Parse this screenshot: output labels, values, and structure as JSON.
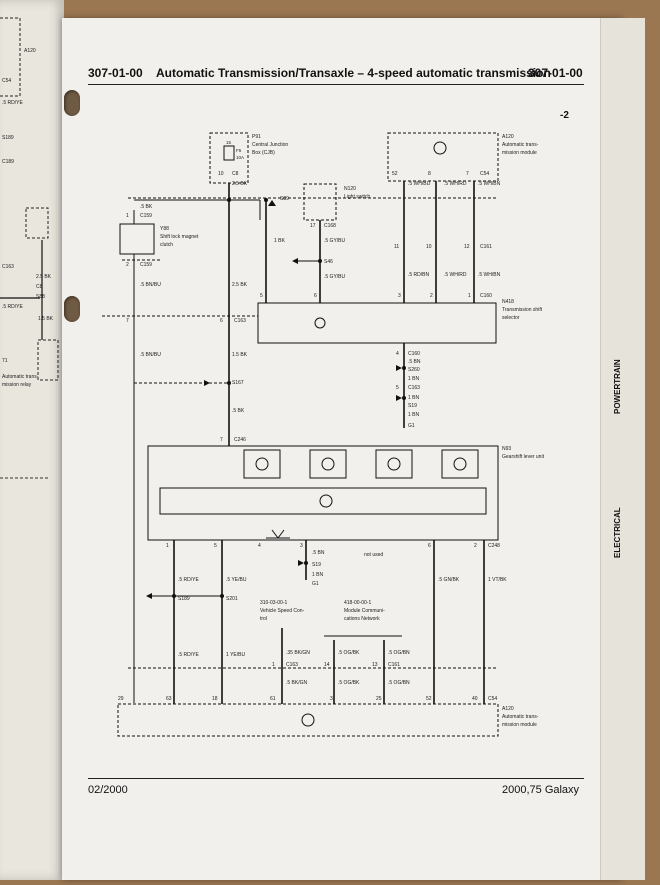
{
  "header": {
    "section_left": "307-01-00",
    "title": "Automatic Transmission/Transaxle – 4-speed automatic transmission",
    "section_right": "307-01-00",
    "page_suffix": "-2"
  },
  "footer": {
    "date": "02/2000",
    "model": "2000,75 Galaxy"
  },
  "side_tabs": {
    "powertrain": "POWERTRAIN",
    "electrical": "ELECTRICAL"
  },
  "left_page": {
    "labels": [
      "A120",
      "C54",
      ".5 RD/YE",
      "S189",
      "C189",
      "C163",
      "2.5 BK",
      "S88",
      ".5 RD/YE",
      "1.5 BK",
      "C8",
      "71",
      "Automatic trans-",
      "mission relay"
    ]
  },
  "components": {
    "p91": {
      "id": "P91",
      "desc1": "Central Junction",
      "desc2": "Box (CJB)",
      "fuse": "F5",
      "fuse_rating": "10A",
      "pin_top": "15"
    },
    "a120_top": {
      "id": "A120",
      "desc1": "Automatic trans-",
      "desc2": "mission module"
    },
    "n120": {
      "id": "N120",
      "desc1": "Light switch"
    },
    "y88": {
      "id": "Y88",
      "desc1": "Shift lock magnet",
      "desc2": "clutch"
    },
    "n418": {
      "id": "N418",
      "desc1": "Transmission shift",
      "desc2": "selector"
    },
    "n93": {
      "id": "N93",
      "desc1": "Gearshift lever unit"
    },
    "a120_bottom": {
      "id": "A120",
      "desc1": "Automatic trans-",
      "desc2": "mission module"
    }
  },
  "refs": {
    "vss": {
      "code": "310-03-00-1",
      "line1": "Vehicle Speed Con-",
      "line2": "trol"
    },
    "mcn": {
      "code": "418-00-00-1",
      "line1": "Module Communi-",
      "line2": "cations Network"
    }
  },
  "labels": {
    "c8": "C8",
    "pin10": "10",
    "wire_25bk_a": "2.5 BK",
    "s89": "S89",
    "wire_5bk_a": ".5 BK",
    "c159_a": "C159",
    "pin1_c159": "1",
    "pin2_c159": "2",
    "c159_b": "C159",
    "wire_5bnbu_a": ".5 BN/BU",
    "pin17": "17",
    "c168": "C168",
    "wire_5gybu": ".5 GY/BU",
    "s46": "S46",
    "wire_5gybu_b": ".5 GY/BU",
    "wire_1bk": "1 BK",
    "wire_25bk_b": "2.5 BK",
    "pin52_top": "52",
    "pin8_top": "8",
    "pin7_top": "7",
    "c54_top": "C54",
    "wire_whbu": ".5 WH/BU",
    "wire_whrd": ".5 WH/RD",
    "wire_whbn": ".5 WH/BN",
    "pin11": "11",
    "pin10b": "10",
    "pin12": "12",
    "c161": "C161",
    "wire_rdbn": ".5 RD/BN",
    "wire_whrd_b": ".5 WH/RD",
    "wire_whbn_b": ".5 WH/BN",
    "pin5_n418": "5",
    "pin6_n418": "6",
    "pin3_n418": "3",
    "pin2_n418": "2",
    "pin1_n418": "1",
    "c160_a": "C160",
    "pin7_c163": "7",
    "pin6_c163": "6",
    "c163": "C163",
    "pin4_c160": "4",
    "c160_b": "C160",
    "wire_5bn_a": ".5 BN",
    "s260": "S260",
    "wire_1bn_a": "1 BN",
    "pin5_c163": "5",
    "c163_b": "C163",
    "wire_1bn_b": "1 BN",
    "s19_a": "S19",
    "wire_1bn_c": "1 BN",
    "g1_a": "G1",
    "wire_5bnbu_b": ".5 BN/BU",
    "wire_15bk": "1.5 BK",
    "s167": "S167",
    "wire_5bk_b": ".5 BK",
    "pin7_c246": "7",
    "c246": "C246",
    "pin1_b": "1",
    "pin5_b": "5",
    "pin4_b": "4",
    "pin3_b": "3",
    "pin6_b": "6",
    "pin2_b": "2",
    "c248": "C248",
    "wire_5bn_b": ".5 BN",
    "not_used": "not used",
    "s19_b": "S19",
    "wire_1bn_d": "1 BN",
    "g1_b": "G1",
    "wire_rdye": ".5 RD/YE",
    "wire_yebu": ".5 YE/BU",
    "s189": "S189",
    "s201": "S201",
    "wire_gnbk": ".5 GN/BK",
    "wire_1vtbk": "1 VT/BK",
    "wire_rdye_b": ".5 RD/YE",
    "wire_1yebu": "1 YE/BU",
    "wire_35bkgn": ".35 BK/GN",
    "wire_5ogbk_a": ".5 OG/BK",
    "wire_5ogbn_a": ".5 OG/BN",
    "pin1_c163c": "1",
    "c163_c": "C163",
    "pin14": "14",
    "pin13": "13",
    "c161_b": "C161",
    "wire_5bkgn": ".5 BK/GN",
    "wire_5ogbk_b": ".5 OG/BK",
    "wire_5ogbn_b": ".5 OG/BN",
    "pin29": "29",
    "pin63": "63",
    "pin18": "18",
    "pin61": "61",
    "pin3_bot": "3",
    "pin25": "25",
    "pin52_bot": "52",
    "pin40": "40",
    "c54_bot": "C54"
  }
}
